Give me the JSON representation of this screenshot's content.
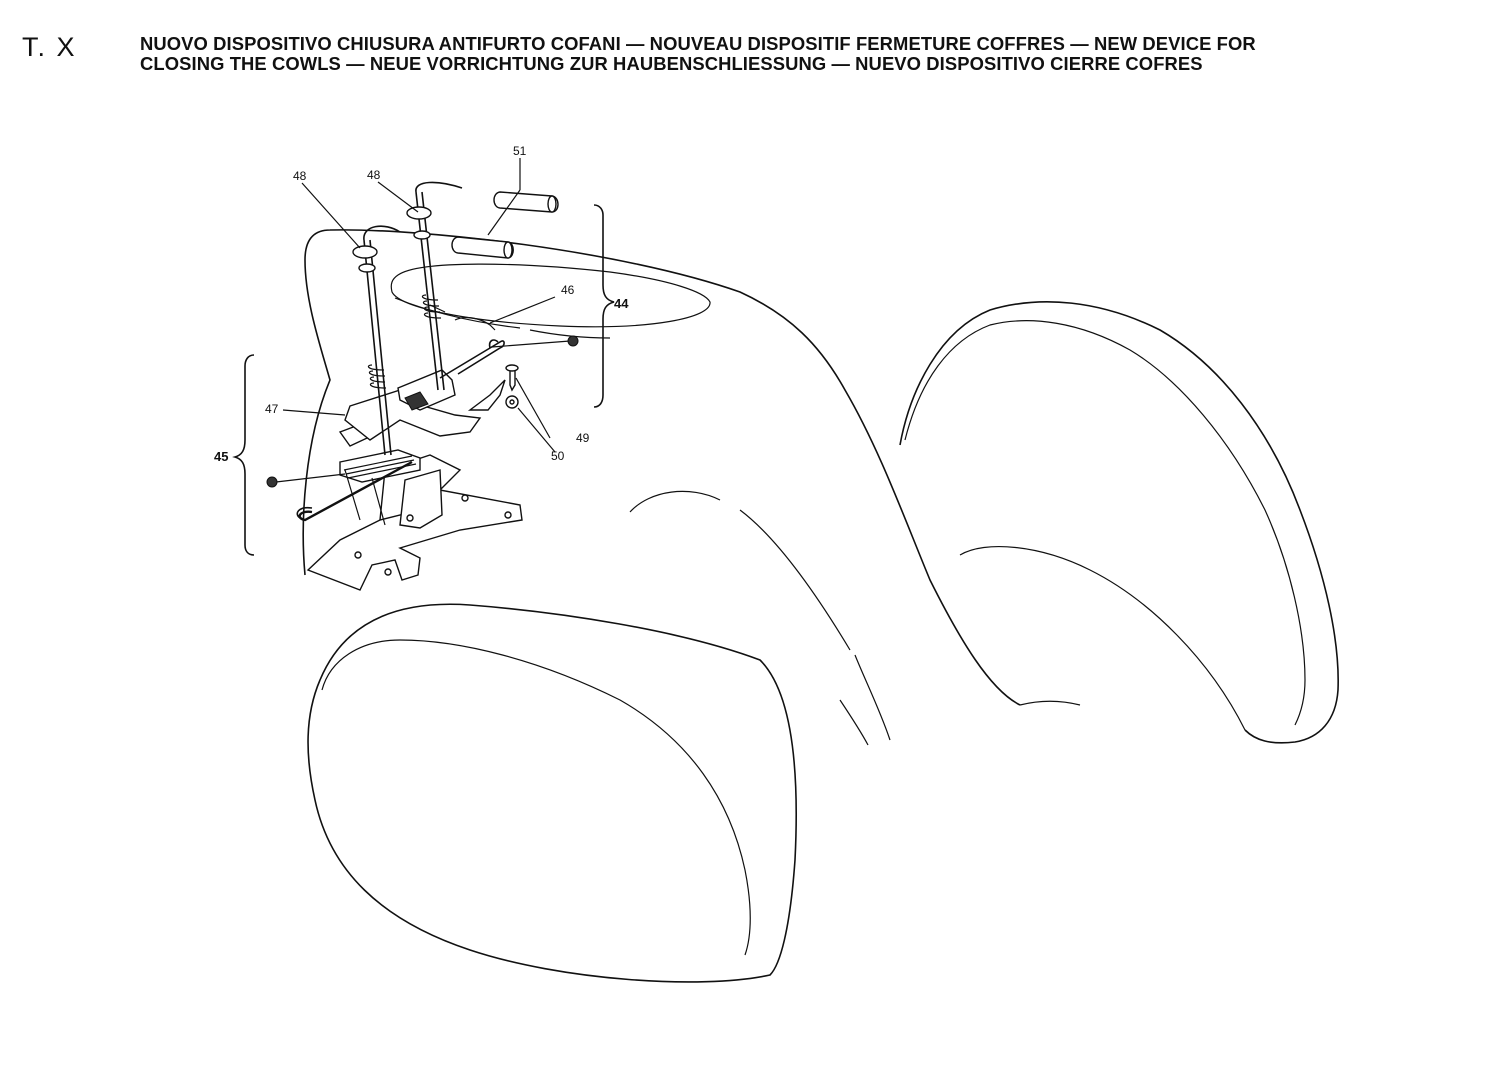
{
  "header": {
    "plate_label": "T. X",
    "title_line1": "NUOVO DISPOSITIVO CHIUSURA ANTIFURTO COFANI — NOUVEAU DISPOSITIF FERMETURE COFFRES — NEW DEVICE FOR",
    "title_line2": "CLOSING THE COWLS — NEUE VORRICHTUNG ZUR HAUBENSCHLIESSUNG — NUEVO DISPOSITIVO CIERRE COFRES"
  },
  "callouts": {
    "c44": "44",
    "c45": "45",
    "c46": "46",
    "c47": "47",
    "c48a": "48",
    "c48b": "48",
    "c49": "49",
    "c50": "50",
    "c51": "51"
  }
}
